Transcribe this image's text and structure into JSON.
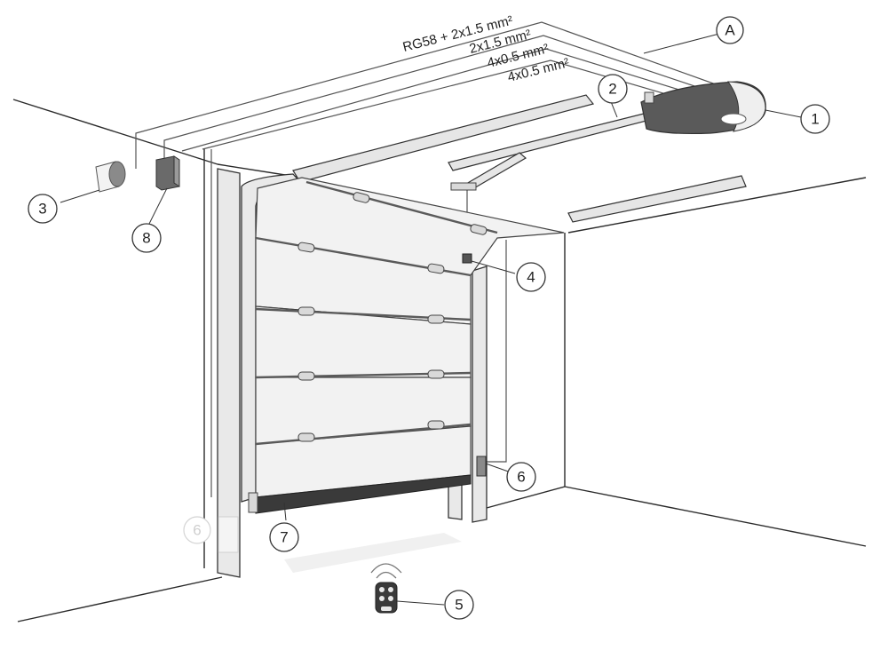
{
  "cables": [
    {
      "id": "cable-1",
      "label": "RG58 + 2x1.5 mm²"
    },
    {
      "id": "cable-2",
      "label": "2x1.5 mm²"
    },
    {
      "id": "cable-3",
      "label": "4x0.5 mm²"
    },
    {
      "id": "cable-4",
      "label": "4x0.5 mm²"
    }
  ],
  "callouts": {
    "a": "A",
    "c1": "1",
    "c2": "2",
    "c3": "3",
    "c4": "4",
    "c5": "5",
    "c6": "6",
    "c6_faded": "6",
    "c7": "7",
    "c8": "8"
  },
  "colors": {
    "line": "#2a2a2a",
    "panel": "#f2f2f2",
    "motor": "#5a5a5a",
    "bottom_seal": "#3a3a3a"
  }
}
